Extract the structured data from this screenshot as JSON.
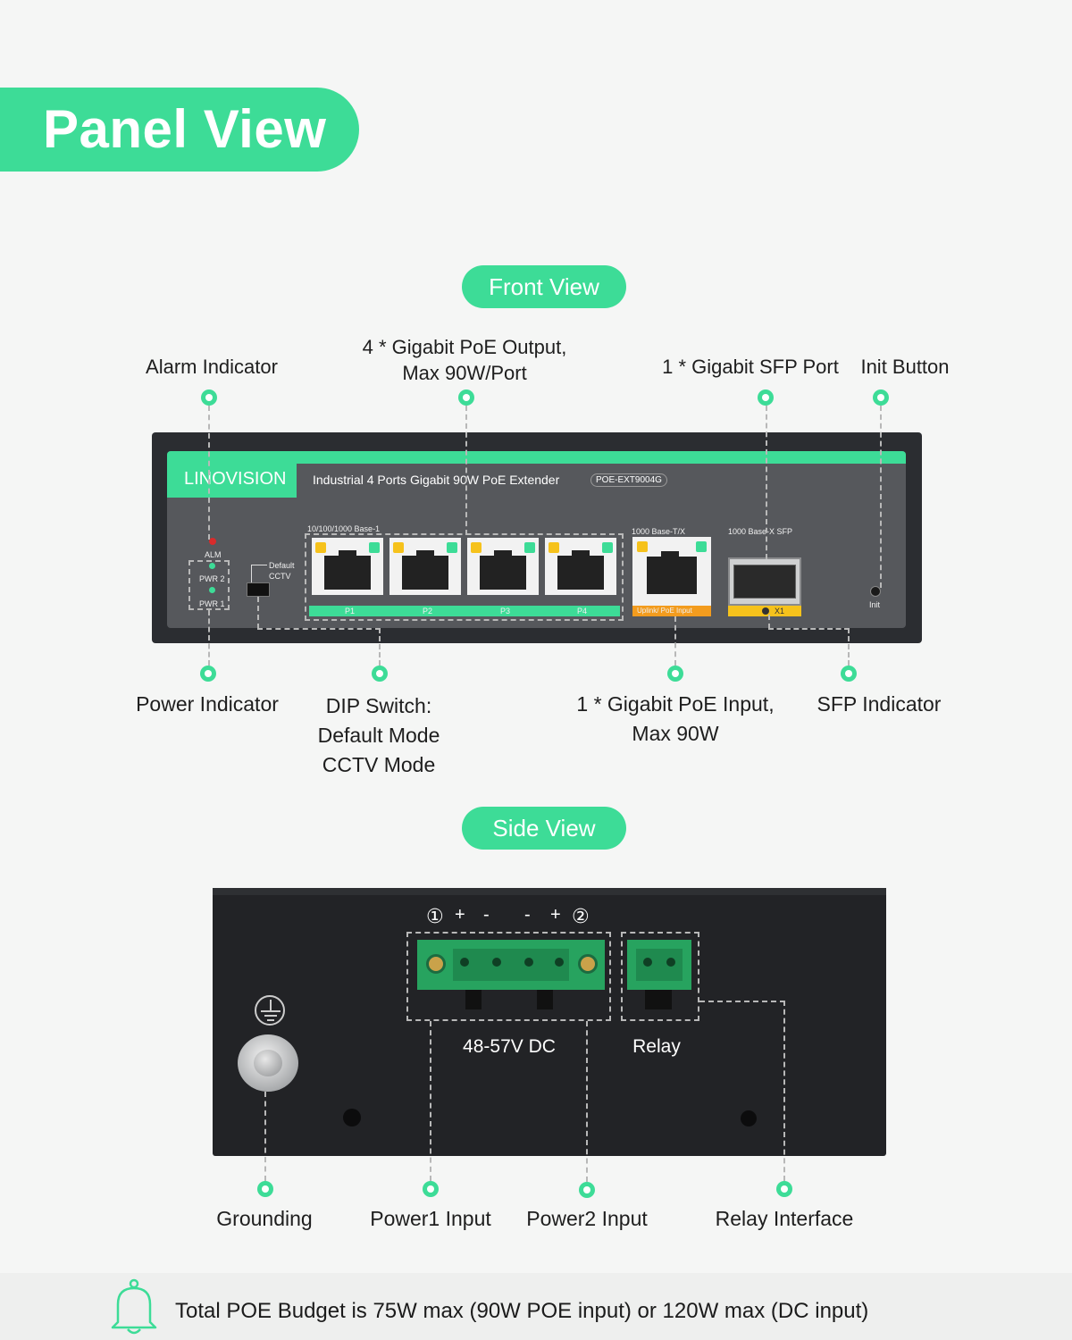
{
  "banner": {
    "title": "Panel View"
  },
  "front": {
    "section_label": "Front View",
    "callouts": {
      "alarm": "Alarm Indicator",
      "poe_output_line1": "4 * Gigabit PoE Output,",
      "poe_output_line2": "Max 90W/Port",
      "sfp_port": "1 * Gigabit SFP Port",
      "init_button": "Init Button",
      "power_indicator": "Power Indicator",
      "dip_line1": "DIP Switch:",
      "dip_line2": "Default Mode",
      "dip_line3": "CCTV Mode",
      "poe_input_line1": "1 * Gigabit PoE Input,",
      "poe_input_line2": "Max 90W",
      "sfp_indicator": "SFP Indicator"
    },
    "device": {
      "brand": "LINOVISION",
      "product": "Industrial 4 Ports Gigabit 90W PoE Extender",
      "model": "POE-EXT9004G",
      "led_alm": "ALM",
      "led_pwr2": "PWR 2",
      "led_pwr1": "PWR 1",
      "dip_default": "Default",
      "dip_cctv": "CCTV",
      "group_label": "10/100/1000 Base-1",
      "uplink_group_label": "1000 Base-T/X",
      "sfp_group_label": "1000 Base-X SFP",
      "port_p1": "P1",
      "port_p2": "P2",
      "port_p3": "P3",
      "port_p4": "P4",
      "uplink_label": "Uplink/ PoE Input",
      "sfp_port_label": "X1",
      "init_label": "Init"
    }
  },
  "side": {
    "section_label": "Side View",
    "terminal": {
      "n1": "①",
      "n2": "②",
      "plus": "+",
      "minus": "-"
    },
    "dc_label": "48-57V DC",
    "relay_label": "Relay",
    "callouts": {
      "grounding": "Grounding",
      "power1": "Power1 Input",
      "power2": "Power2 Input",
      "relay": "Relay Interface"
    }
  },
  "footer": {
    "note": "Total POE Budget is 75W max (90W POE input) or 120W max (DC input)"
  },
  "colors": {
    "accent": "#3ddc97",
    "device": "#2b2d31",
    "uplink": "#f39c1e",
    "sfp": "#f6c21c",
    "terminal": "#27a35f"
  }
}
